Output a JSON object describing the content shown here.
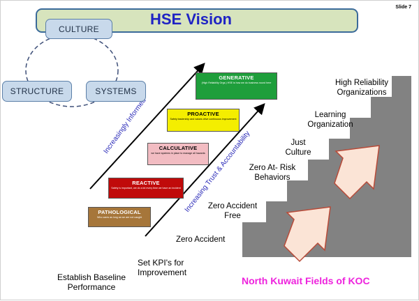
{
  "slide": {
    "number_label": "Slide 7"
  },
  "vision": {
    "title": "HSE Vision"
  },
  "cycle": {
    "culture": "CULTURE",
    "structure": "STRUCTURE",
    "systems": "SYSTEMS"
  },
  "arrows": {
    "informed": "Increasingly Informed",
    "trust": "Increasing Trust & Accountability"
  },
  "stages": [
    {
      "name": "GENERATIVE",
      "desc": "(High Reliability Orgs.) HSE is how we do business round here",
      "color": "#1e9e3b"
    },
    {
      "name": "PROACTIVE",
      "desc": "Safety leadership and values drive continuous improvement",
      "color": "#f4ee00"
    },
    {
      "name": "CALCULATIVE",
      "desc": "we have systems in place to manage all hazards",
      "color": "#f2bcc2"
    },
    {
      "name": "REACTIVE",
      "desc": "Safety is important, we do a lot every time we have an incident",
      "color": "#c00a0a"
    },
    {
      "name": "PATHOLOGICAL",
      "desc": "Who cares as long as we are not caught",
      "color": "#a6763a"
    }
  ],
  "steps": {
    "high_reliability": "High Reliability Organizations",
    "learning": "Learning Organization",
    "just_culture": "Just Culture",
    "zero_at_risk": "Zero At- Risk Behaviors",
    "zero_accident_free": "Zero Accident Free",
    "zero_accident": "Zero Accident"
  },
  "bottom": {
    "baseline": "Establish Baseline Performance",
    "kpi": "Set KPI's for Improvement",
    "koc": "North Kuwait Fields of KOC"
  },
  "colors": {
    "staircase": "#828282",
    "step_arrow_fill": "#fbe4d6",
    "step_arrow_border": "#b84a38",
    "title_blue": "#1f23c4",
    "koc_magenta": "#ee22dd"
  }
}
